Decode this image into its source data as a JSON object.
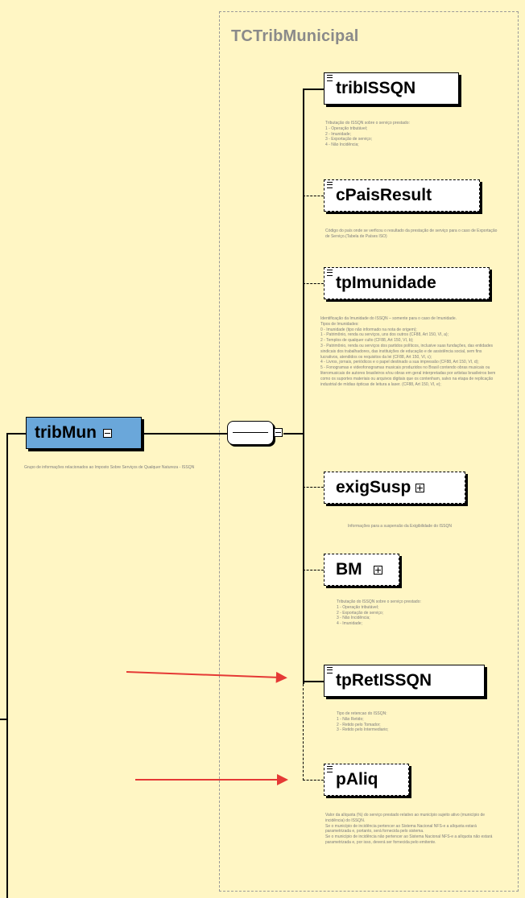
{
  "group": {
    "title": "TCTribMunicipal"
  },
  "root": {
    "name": "tribMun",
    "annotation": "Grupo de informações relacionados ao Imposto Sobre Serviços de Qualquer Natureza - ISSQN"
  },
  "elements": [
    {
      "name": "tribISSQN",
      "annotation": [
        "Tributação do ISSQN sobre o serviço prestado:",
        "1 - Operação tributável;",
        "2 - Imunidade;",
        "3 - Exportação de serviço;",
        "4 - Não Incidência;"
      ]
    },
    {
      "name": "cPaisResult",
      "annotation": [
        "Código do país onde se verficou o resultado da prestação de serviço para o caso de Exportação de Serviço.(Tabela de Países ISO)"
      ]
    },
    {
      "name": "tpImunidade",
      "annotation": [
        "Identificação da Imunidade do ISSQN – somente para o caso de Imunidade.",
        "Tipos de Imunidades:",
        "0 - Imunidade (tipo não informado na nota de origem);",
        "1 - Patrimônio, renda ou serviços, uns dos outros (CF88, Art 150, VI, a);",
        "2 - Templos de qualquer culto (CF88, Art 150, VI, b);",
        "3 - Patrimônio, renda ou serviços dos partidos políticos, inclusive suas fundações, das entidades sindicais dos trabalhadores, das instituições de educação e de assistência social, sem fins lucrativos, atendidos os requisitos da lei (CF88, Art 150, VI, c);",
        "4 - Livros, jornais, periódicos e o papel destinado a sua impressão (CF88, Art 150, VI, d);",
        "5 - Fonogramas e videofonogramas musicais produzidos no Brasil contendo obras musicais ou literomusicais de autores brasileiros e/ou obras em geral interpretadas por artistas brasileiros bem como os suportes materiais ou arquivos digitais que os contenham, salvo na etapa de replicação industrial de mídias ópticas de leitura a laser. (CF88, Art 150, VI, e);"
      ]
    },
    {
      "name": "exigSusp",
      "annotation": [
        "Informações para a suspensão da Exigibilidade do ISSQN"
      ]
    },
    {
      "name": "BM",
      "annotation": [
        "Tributação do ISSQN sobre o serviço prestado:",
        "1 - Operação tributável;",
        "2 - Exportação de serviço;",
        "3 - Não Incidência;",
        "4 - Imunidade;"
      ]
    },
    {
      "name": "tpRetISSQN",
      "annotation": [
        "Tipo de retencao do ISSQN:",
        "1 - Não Retido;",
        "2 - Retido pelo Tomador;",
        "3 - Retido pelo Intermediario;"
      ]
    },
    {
      "name": "pAliq",
      "annotation": [
        "Valor da alíquota (%) do serviço prestado relativo ao município sujeito ativo (município de incidência) do ISSQN.",
        "Se o município de incidência pertencer ao Sistema Nacional NFS-e a alíquota estará parametrizada e, portanto, será fornecida pelo sistema.",
        "Se o município de incidência não pertencer ao Sistema Nacional NFS-e a alíquota não estará parametrizada e, por isso, deverá ser fornecida pelo emitente."
      ]
    }
  ],
  "colors": {
    "root_fill": "#6aa7da",
    "background": "#fff6c4",
    "arrow": "#e53935"
  }
}
